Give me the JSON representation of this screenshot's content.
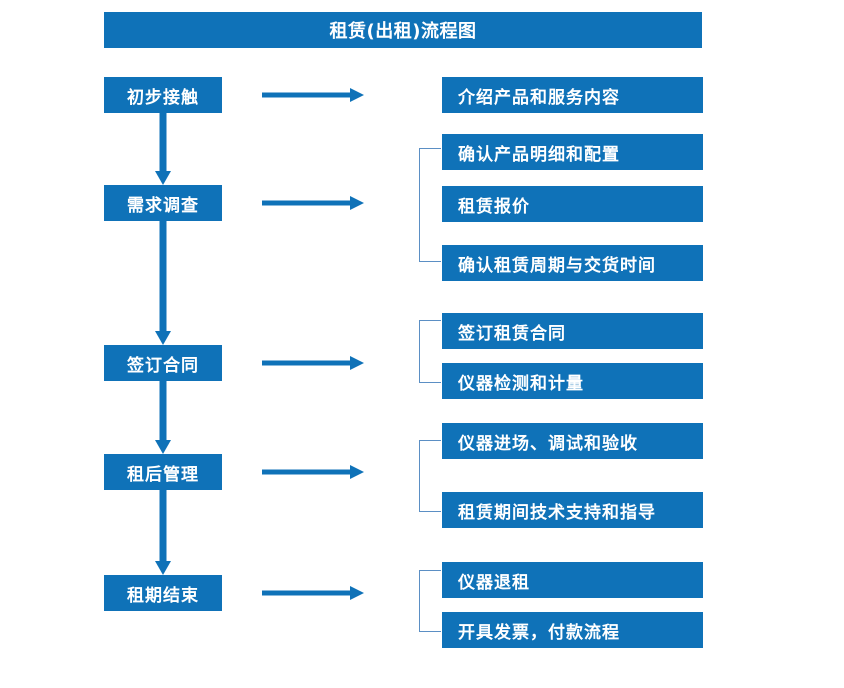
{
  "title": "租赁(出租)流程图",
  "colors": {
    "box_blue": "#0f72b8",
    "arrow_blue": "#0f72b8",
    "bracket_blue": "#5b8fc4",
    "text_white": "#ffffff",
    "background": "#ffffff"
  },
  "stages": [
    {
      "label": "初步接触"
    },
    {
      "label": "需求调查"
    },
    {
      "label": "签订合同"
    },
    {
      "label": "租后管理"
    },
    {
      "label": "租期结束"
    }
  ],
  "details": [
    {
      "label": "介绍产品和服务内容"
    },
    {
      "label": "确认产品明细和配置"
    },
    {
      "label": "租赁报价"
    },
    {
      "label": "确认租赁周期与交货时间"
    },
    {
      "label": "签订租赁合同"
    },
    {
      "label": "仪器检测和计量"
    },
    {
      "label": "仪器进场、调试和验收"
    },
    {
      "label": "租赁期间技术支持和指导"
    },
    {
      "label": "仪器退租"
    },
    {
      "label": "开具发票，付款流程"
    }
  ],
  "groups": [
    {
      "stage": "需求调查",
      "details": [
        "确认产品明细和配置",
        "租赁报价",
        "确认租赁周期与交货时间"
      ]
    },
    {
      "stage": "签订合同",
      "details": [
        "签订租赁合同",
        "仪器检测和计量"
      ]
    },
    {
      "stage": "租后管理",
      "details": [
        "仪器进场、调试和验收",
        "租赁期间技术支持和指导"
      ]
    },
    {
      "stage": "租期结束",
      "details": [
        "仪器退租",
        "开具发票，付款流程"
      ]
    }
  ]
}
